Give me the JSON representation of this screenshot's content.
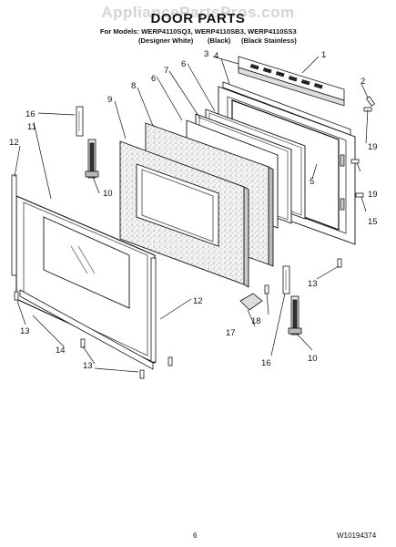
{
  "watermark": "AppliancePartsPros.com",
  "title": "DOOR PARTS",
  "models_line": "For Models: WERP4110SQ3, WERP4110SB3, WERP4110SS3",
  "variants": [
    "(Designer White)",
    "(Black)",
    "(Black Stainless)"
  ],
  "callouts": [
    "1",
    "2",
    "3",
    "4",
    "5",
    "6",
    "6",
    "7",
    "8",
    "9",
    "10",
    "10",
    "11",
    "12",
    "12",
    "13",
    "13",
    "13",
    "14",
    "15",
    "16",
    "16",
    "17",
    "18",
    "19",
    "19"
  ],
  "page_number": "6",
  "doc_number": "W10194374"
}
